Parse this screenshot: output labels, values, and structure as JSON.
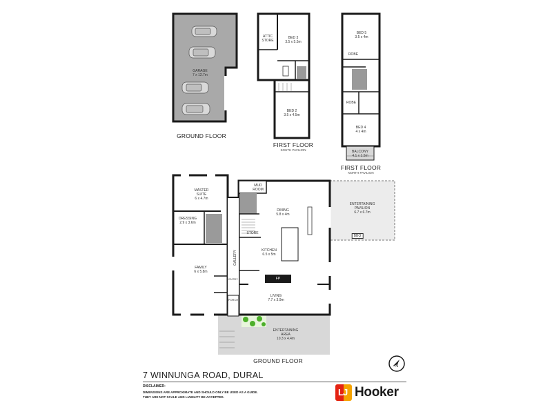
{
  "floors": {
    "ground_small": {
      "title": "GROUND FLOOR"
    },
    "first_south": {
      "title": "FIRST FLOOR",
      "subtitle": "SOUTH PAVILION"
    },
    "first_north": {
      "title": "FIRST FLOOR",
      "subtitle": "NORTH PAVILION"
    },
    "ground_main": {
      "title": "GROUND FLOOR"
    }
  },
  "rooms": {
    "garage": {
      "name": "GARAGE",
      "dim": "7 x 12.7m"
    },
    "attic_store": {
      "name": "ATTIC",
      "name2": "STORE"
    },
    "bed3": {
      "name": "BED 3",
      "dim": "3.5 x 5.5m"
    },
    "bed2": {
      "name": "BED 2",
      "dim": "3.5 x 4.5m"
    },
    "bed5": {
      "name": "BED 5",
      "dim": "3.5 x 4m"
    },
    "robe_n1": {
      "name": "ROBE"
    },
    "robe_n2": {
      "name": "ROBE"
    },
    "bed4": {
      "name": "BED 4",
      "dim": "4 x 4m"
    },
    "balcony": {
      "name": "BALCONY",
      "dim": "4.1 x 1.5m"
    },
    "master": {
      "name": "MASTER",
      "name2": "SUITE",
      "dim": "6 x 4.7m"
    },
    "mud_room": {
      "name": "MUD",
      "name2": "ROOM"
    },
    "dressing": {
      "name": "DRESSING",
      "dim": "2.9 x 3.6m"
    },
    "dining": {
      "name": "DINING",
      "dim": "5.8 x 4m"
    },
    "store": {
      "name": "STORE"
    },
    "gallery": {
      "name": "GALLERY"
    },
    "kitchen": {
      "name": "KITCHEN",
      "dim": "6.5 x 5m"
    },
    "family": {
      "name": "FAMILY",
      "dim": "6 x 5.8m"
    },
    "entry": {
      "name": "ENTRY"
    },
    "porch": {
      "name": "PORCH"
    },
    "living": {
      "name": "LIVING",
      "dim": "7.7 x 3.9m"
    },
    "ent_area": {
      "name": "ENTERTAINING",
      "name2": "AREA",
      "dim": "10.3 x 4.4m"
    },
    "ent_pavilion": {
      "name": "ENTERTAINING",
      "name2": "PAVILION",
      "dim": "6.7 x 6.7m"
    },
    "bbq": {
      "name": "BBQ"
    },
    "fireplace": {
      "name": "FP"
    }
  },
  "property": {
    "address": "7 WINNUNGA ROAD, DURAL",
    "disclaimer_title": "DISCLAIMER:",
    "disclaimer_line1": "DIMENSIONS ARE APPROXIMATE AND SHOULD ONLY BE USED AS A GUIDE.",
    "disclaimer_line2": "THEY ARE NOT SCALE AND LIABILITY BE ACCEPTED."
  },
  "brand": {
    "mark": "LJ",
    "name": "Hooker",
    "colors": {
      "red": "#e42313",
      "orange": "#f5a300"
    }
  },
  "compass": {
    "icon": "north-arrow-icon",
    "label": "N"
  },
  "colors": {
    "wall": "#1a1a1a",
    "garage_fill": "#a9a9a9",
    "wet_fill": "#9a9a9a",
    "deck_fill": "#d8d8d8",
    "pavilion_fill": "#ececec",
    "garden": "#4caf2a"
  }
}
